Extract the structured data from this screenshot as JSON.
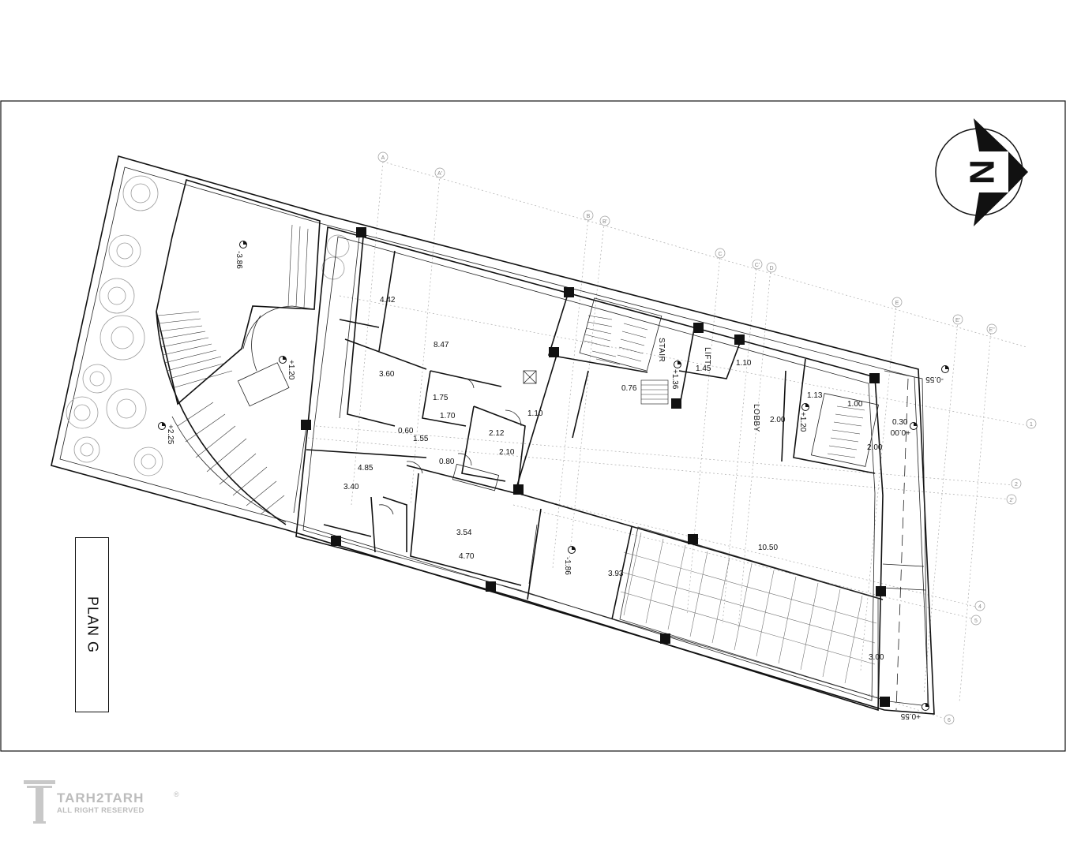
{
  "plan": {
    "title": "PLAN G",
    "north_label": "N",
    "rooms": {
      "stair": "STAIR",
      "lift": "LIFT",
      "lobby": "LOBBY"
    },
    "levels": [
      "-3.86",
      "+1.20",
      "+2.25",
      "-0.55",
      "+1.20",
      "+0.00",
      "-1.86",
      "+0.55",
      "+1.36"
    ],
    "dimensions": [
      "4.42",
      "8.47",
      "3.60",
      "1.75",
      "1.70",
      "0.60",
      "1.55",
      "2.12",
      "2.10",
      "0.80",
      "1.10",
      "0.76",
      "1.45",
      "1.10",
      "1.13",
      "1.00",
      "0.30",
      "2.00",
      "2.00",
      "4.85",
      "3.40",
      "3.54",
      "4.70",
      "3.93",
      "10.50",
      "3.00"
    ],
    "grid_axes": [
      "A",
      "A'",
      "B",
      "B'",
      "C",
      "C'",
      "D",
      "E",
      "E'",
      "E''",
      "1",
      "2",
      "2'",
      "4",
      "5",
      "6"
    ]
  },
  "branding": {
    "logo_text": "TARH2TARH",
    "logo_sub": "ALL RIGHT RESERVED",
    "logo_reg": "®"
  },
  "colors": {
    "line": "#111111",
    "grid": "#aaaaaa",
    "logo": "#bcbcbc"
  }
}
